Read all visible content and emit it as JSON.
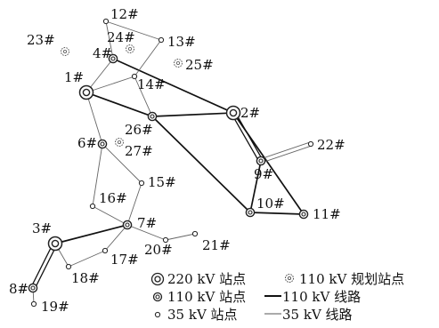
{
  "diagram": {
    "nodes": [
      {
        "id": "1",
        "label": "1#",
        "type": "220"
      },
      {
        "id": "2",
        "label": "2#",
        "type": "220"
      },
      {
        "id": "3",
        "label": "3#",
        "type": "220"
      },
      {
        "id": "4",
        "label": "4#",
        "type": "110"
      },
      {
        "id": "6",
        "label": "6#",
        "type": "110"
      },
      {
        "id": "7",
        "label": "7#",
        "type": "110"
      },
      {
        "id": "8",
        "label": "8#",
        "type": "110"
      },
      {
        "id": "9",
        "label": "9#",
        "type": "110"
      },
      {
        "id": "10",
        "label": "10#",
        "type": "110"
      },
      {
        "id": "11",
        "label": "11#",
        "type": "110"
      },
      {
        "id": "26",
        "label": "26#",
        "type": "110"
      },
      {
        "id": "12",
        "label": "12#",
        "type": "35"
      },
      {
        "id": "13",
        "label": "13#",
        "type": "35"
      },
      {
        "id": "14",
        "label": "14#",
        "type": "35"
      },
      {
        "id": "15",
        "label": "15#",
        "type": "35"
      },
      {
        "id": "16",
        "label": "16#",
        "type": "35"
      },
      {
        "id": "17",
        "label": "17#",
        "type": "35"
      },
      {
        "id": "18",
        "label": "18#",
        "type": "35"
      },
      {
        "id": "19",
        "label": "19#",
        "type": "35"
      },
      {
        "id": "20",
        "label": "20#",
        "type": "35"
      },
      {
        "id": "21",
        "label": "21#",
        "type": "35"
      },
      {
        "id": "22",
        "label": "22#",
        "type": "35"
      },
      {
        "id": "23",
        "label": "23#",
        "type": "planned"
      },
      {
        "id": "24",
        "label": "24#",
        "type": "planned"
      },
      {
        "id": "25",
        "label": "25#",
        "type": "planned"
      },
      {
        "id": "27",
        "label": "27#",
        "type": "planned"
      }
    ],
    "lines_110kv": [
      {
        "from": "1",
        "to": "26",
        "double": false
      },
      {
        "from": "26",
        "to": "2",
        "double": false
      },
      {
        "from": "4",
        "to": "2",
        "double": false
      },
      {
        "from": "26",
        "to": "10",
        "double": false
      },
      {
        "from": "2",
        "to": "9",
        "double": true
      },
      {
        "from": "9",
        "to": "10",
        "double": false
      },
      {
        "from": "10",
        "to": "11",
        "double": false
      },
      {
        "from": "2",
        "to": "11",
        "double": false
      },
      {
        "from": "3",
        "to": "7",
        "double": false
      },
      {
        "from": "3",
        "to": "8",
        "double": true
      }
    ],
    "lines_35kv": [
      {
        "from": "1",
        "to": "4",
        "double": false
      },
      {
        "from": "4",
        "to": "12",
        "double": false
      },
      {
        "from": "12",
        "to": "13",
        "double": false
      },
      {
        "from": "13",
        "to": "14",
        "double": false
      },
      {
        "from": "1",
        "to": "14",
        "double": false
      },
      {
        "from": "14",
        "to": "26",
        "double": false
      },
      {
        "from": "1",
        "to": "6",
        "double": false
      },
      {
        "from": "6",
        "to": "15",
        "double": false
      },
      {
        "from": "15",
        "to": "7",
        "double": false
      },
      {
        "from": "6",
        "to": "16",
        "double": false
      },
      {
        "from": "16",
        "to": "7",
        "double": false
      },
      {
        "from": "7",
        "to": "20",
        "double": false
      },
      {
        "from": "20",
        "to": "21",
        "double": false
      },
      {
        "from": "7",
        "to": "17",
        "double": false
      },
      {
        "from": "17",
        "to": "18",
        "double": false
      },
      {
        "from": "3",
        "to": "18",
        "double": false
      },
      {
        "from": "8",
        "to": "19",
        "double": false
      },
      {
        "from": "9",
        "to": "22",
        "double": true
      }
    ]
  },
  "legend": {
    "station_220": "220 kV 站点",
    "station_110": "110 kV 站点",
    "station_35": "35 kV 站点",
    "station_planned": "110 kV 规划站点",
    "line_110": "110 kV 线路",
    "line_35": "35 kV 线路"
  }
}
